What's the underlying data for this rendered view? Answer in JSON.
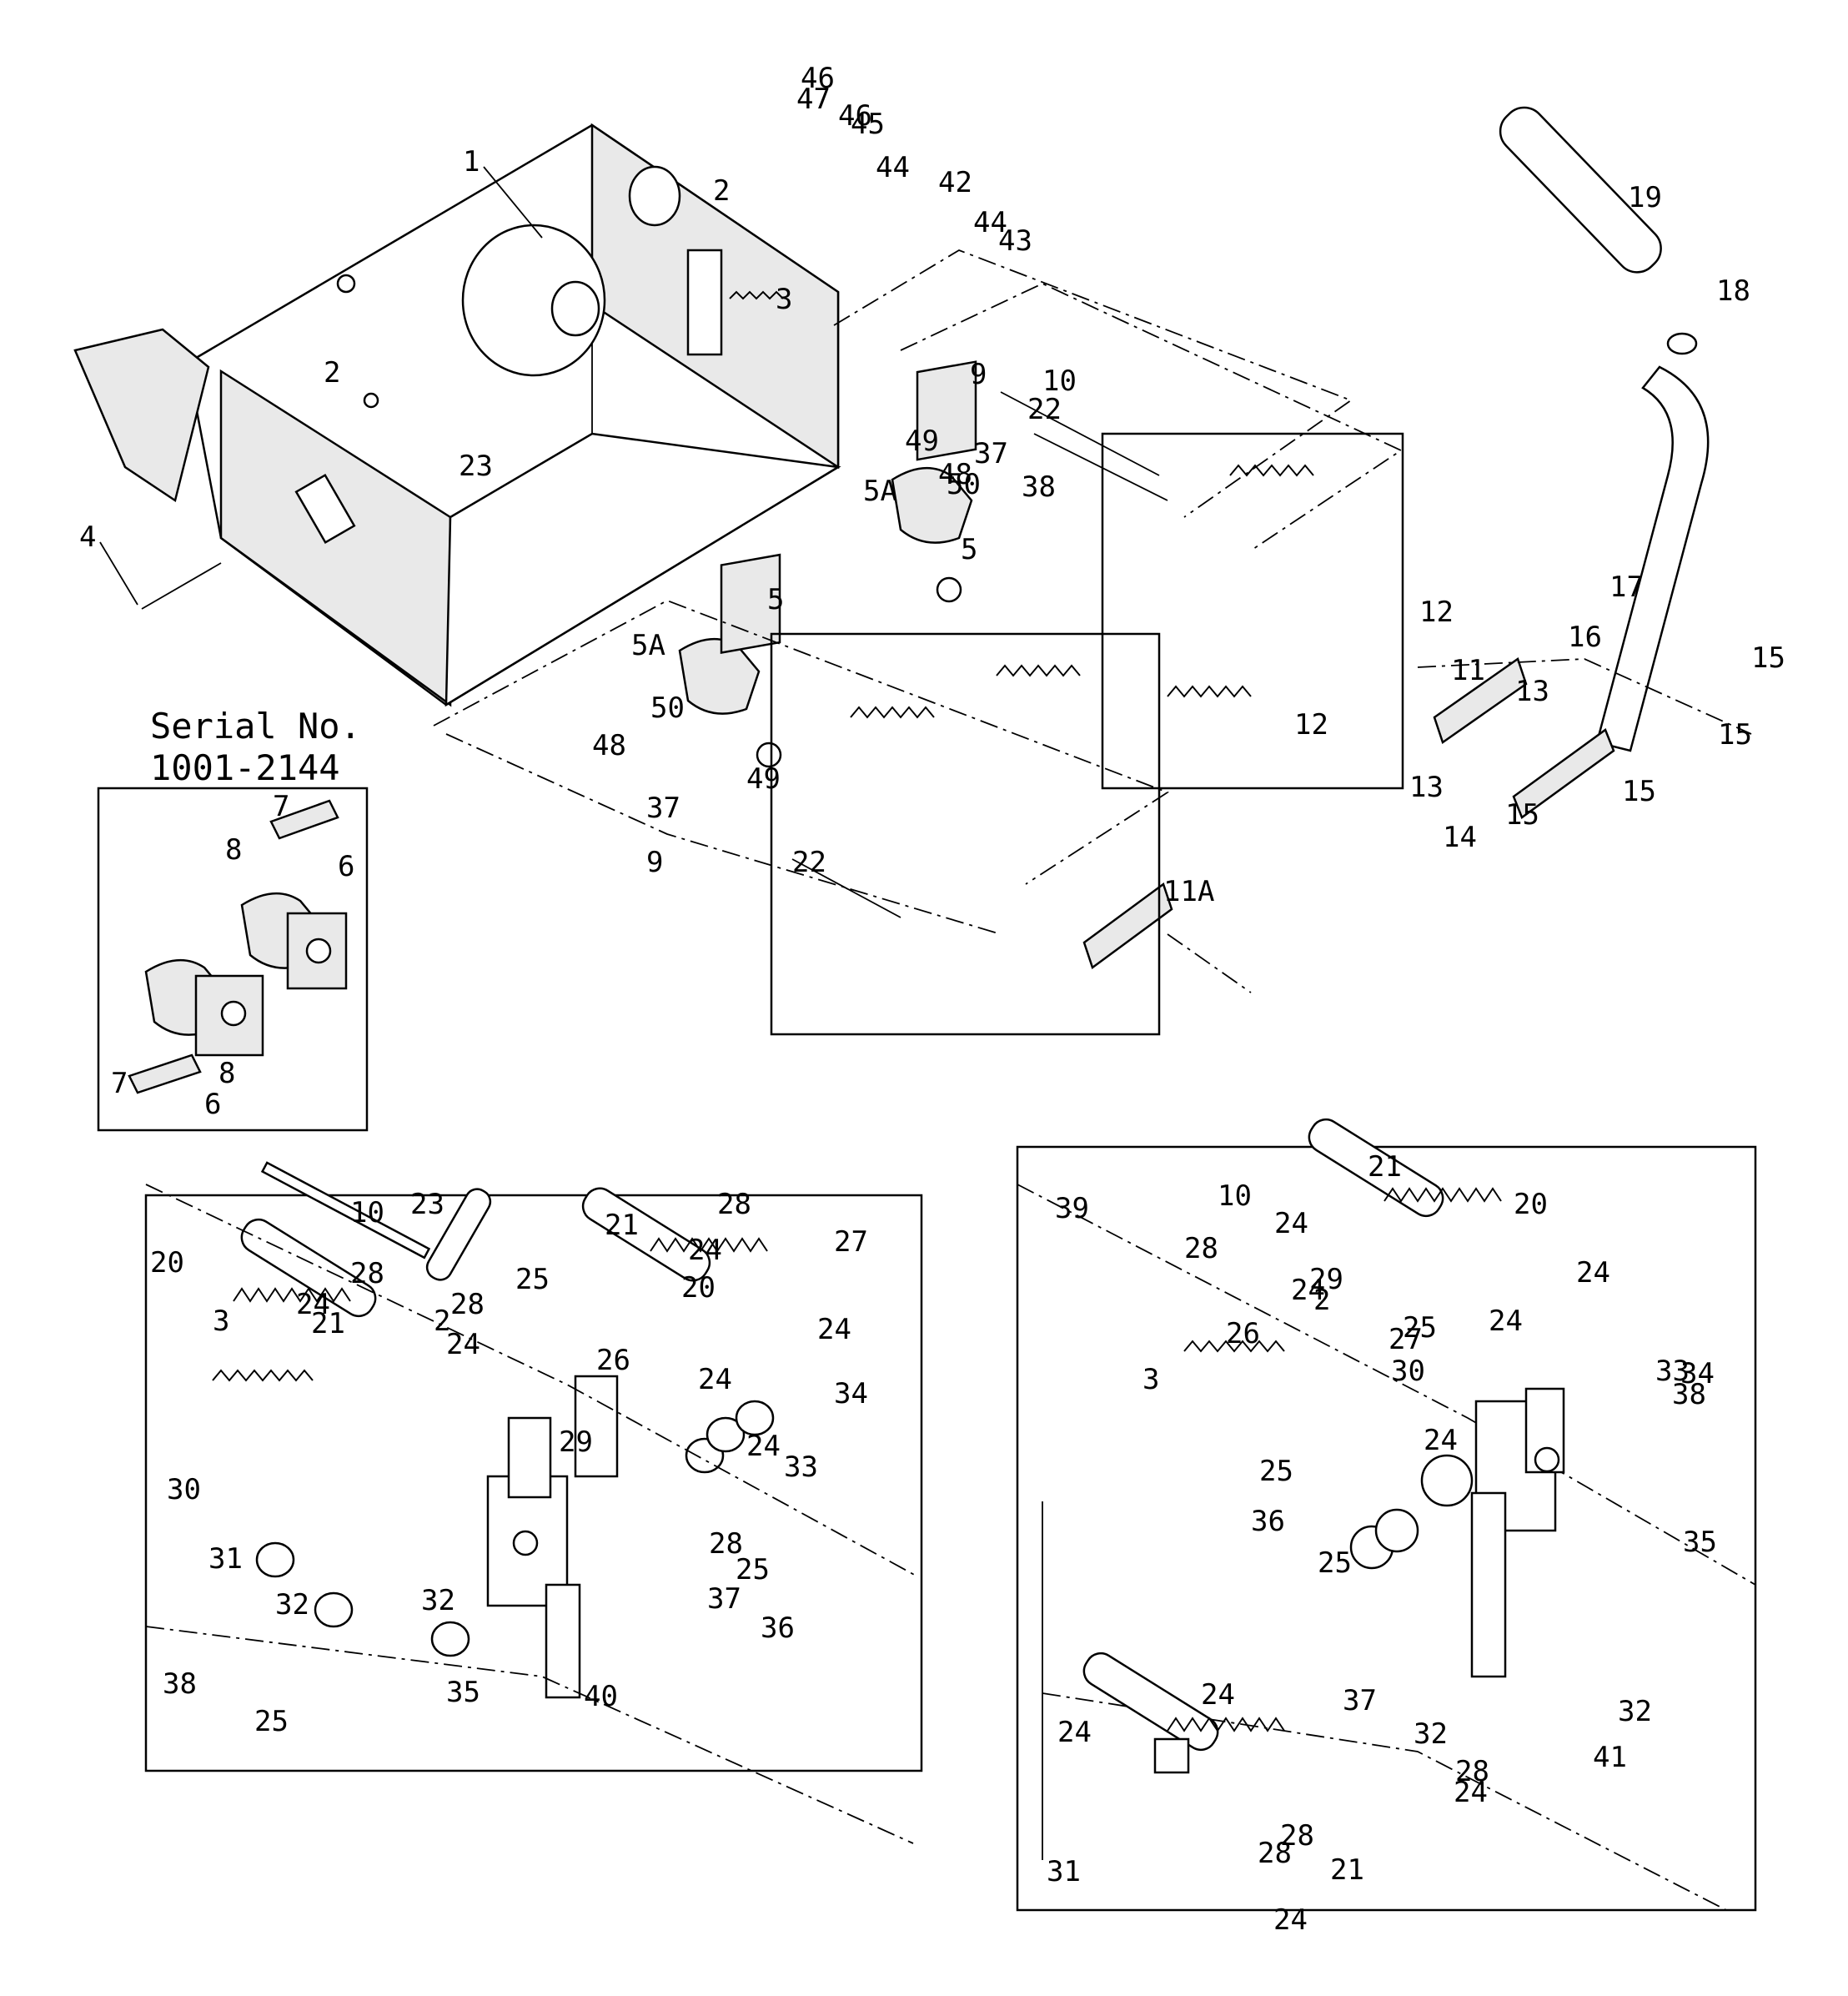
{
  "serial_label": {
    "line1": "Serial No.",
    "line2": "1001-2144"
  },
  "callouts": {
    "main": [
      "1",
      "2",
      "2",
      "3",
      "4",
      "5",
      "5",
      "5A",
      "5A",
      "9",
      "9",
      "10",
      "11",
      "11A",
      "12",
      "12",
      "13",
      "13",
      "14",
      "15",
      "15",
      "15",
      "15",
      "16",
      "17",
      "18",
      "19",
      "22",
      "22",
      "23",
      "37",
      "37",
      "38",
      "42",
      "43",
      "44",
      "44",
      "45",
      "46",
      "46",
      "47",
      "48",
      "48",
      "49",
      "49",
      "50",
      "50"
    ],
    "serial_inset": [
      "6",
      "6",
      "7",
      "7",
      "8",
      "8"
    ],
    "left_detail": [
      "3",
      "10",
      "20",
      "20",
      "21",
      "21",
      "23",
      "24",
      "24",
      "24",
      "24",
      "24",
      "24",
      "25",
      "25",
      "25",
      "26",
      "27",
      "28",
      "28",
      "28",
      "28",
      "2",
      "29",
      "30",
      "31",
      "32",
      "32",
      "33",
      "34",
      "35",
      "36",
      "37",
      "38",
      "40"
    ],
    "right_detail": [
      "2",
      "3",
      "10",
      "20",
      "21",
      "21",
      "24",
      "24",
      "24",
      "24",
      "24",
      "24",
      "24",
      "24",
      "24",
      "25",
      "25",
      "25",
      "26",
      "27",
      "28",
      "28",
      "28",
      "28",
      "29",
      "30",
      "31",
      "32",
      "32",
      "33",
      "34",
      "35",
      "36",
      "37",
      "38",
      "39",
      "41"
    ]
  }
}
